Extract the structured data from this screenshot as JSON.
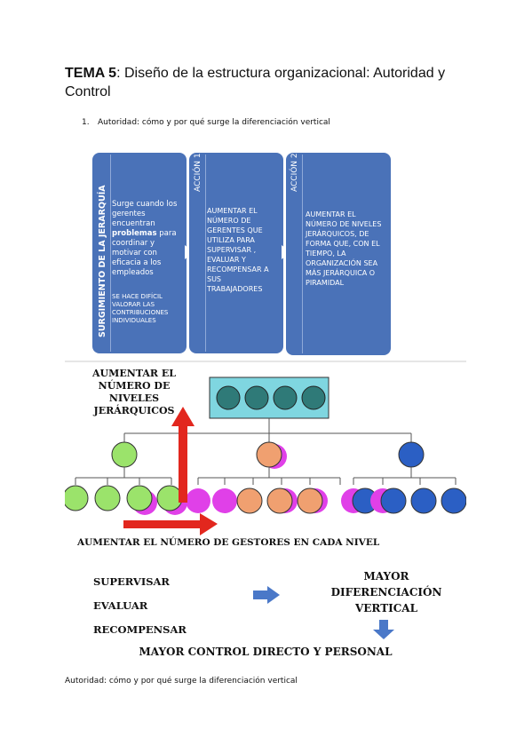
{
  "title": {
    "bold": "TEMA 5",
    "rest": ": Diseño de la estructura organizacional: Autoridad y Control"
  },
  "list": {
    "number": "1.",
    "text": "Autoridad: cómo y por qué surge la diferenciación vertical"
  },
  "panels": {
    "p1": {
      "vertical_label": "SURGIMIENTO DE LA JERARQUÍA",
      "text_before": "Surge cuando los gerentes encuentran",
      "text_bold": "problemas",
      "text_after": "para coordinar y motivar con eficacia a los empleados",
      "small_text": "SE HACE DIFÍCIL VALORAR LAS CONTRIBUCIONES INDIVIDUALES"
    },
    "p2": {
      "vertical_label": "ACCIÓN 1",
      "text": "AUMENTAR EL NÚMERO DE GERENTES QUE UTILIZA PARA SUPERVISAR , EVALUAR Y RECOMPENSAR A SUS TRABAJADORES"
    },
    "p3": {
      "vertical_label": "ACCIÓN 2",
      "text": "AUMENTAR EL NÚMERO DE NIVELES JERÁRQUICOS, DE FORMA QUE, CON EL TIEMPO, LA ORGANIZACIÓN SEA MÁS JERÁRQUICA O PIRAMIDAL"
    }
  },
  "diagram": {
    "top_label_1": "AUMENTAR EL",
    "top_label_2": "NÚMERO DE NIVELES",
    "top_label_3": "JERÁRQUICOS",
    "mid_label": "AUMENTAR EL NÚMERO DE GESTORES EN CADA NIVEL",
    "left_1": "SUPERVISAR",
    "left_2": "EVALUAR",
    "left_3": "RECOMPENSAR",
    "right_1": "MAYOR",
    "right_2": "DIFERENCIACIÓN",
    "right_3": "VERTICAL",
    "bottom": "MAYOR CONTROL DIRECTO Y PERSONAL"
  },
  "colors": {
    "panel_blue": "#4a72b8",
    "teal_box": "#7fd6e0",
    "teal_circle": "#2f7a78",
    "green": "#9be36b",
    "orange": "#f0a070",
    "magenta": "#e040e8",
    "dark_blue": "#2b5fc4",
    "red_arrow": "#e2271e",
    "blue_arrow": "#4a78c8"
  },
  "caption": "Autoridad: cómo y por qué surge la diferenciación vertical"
}
